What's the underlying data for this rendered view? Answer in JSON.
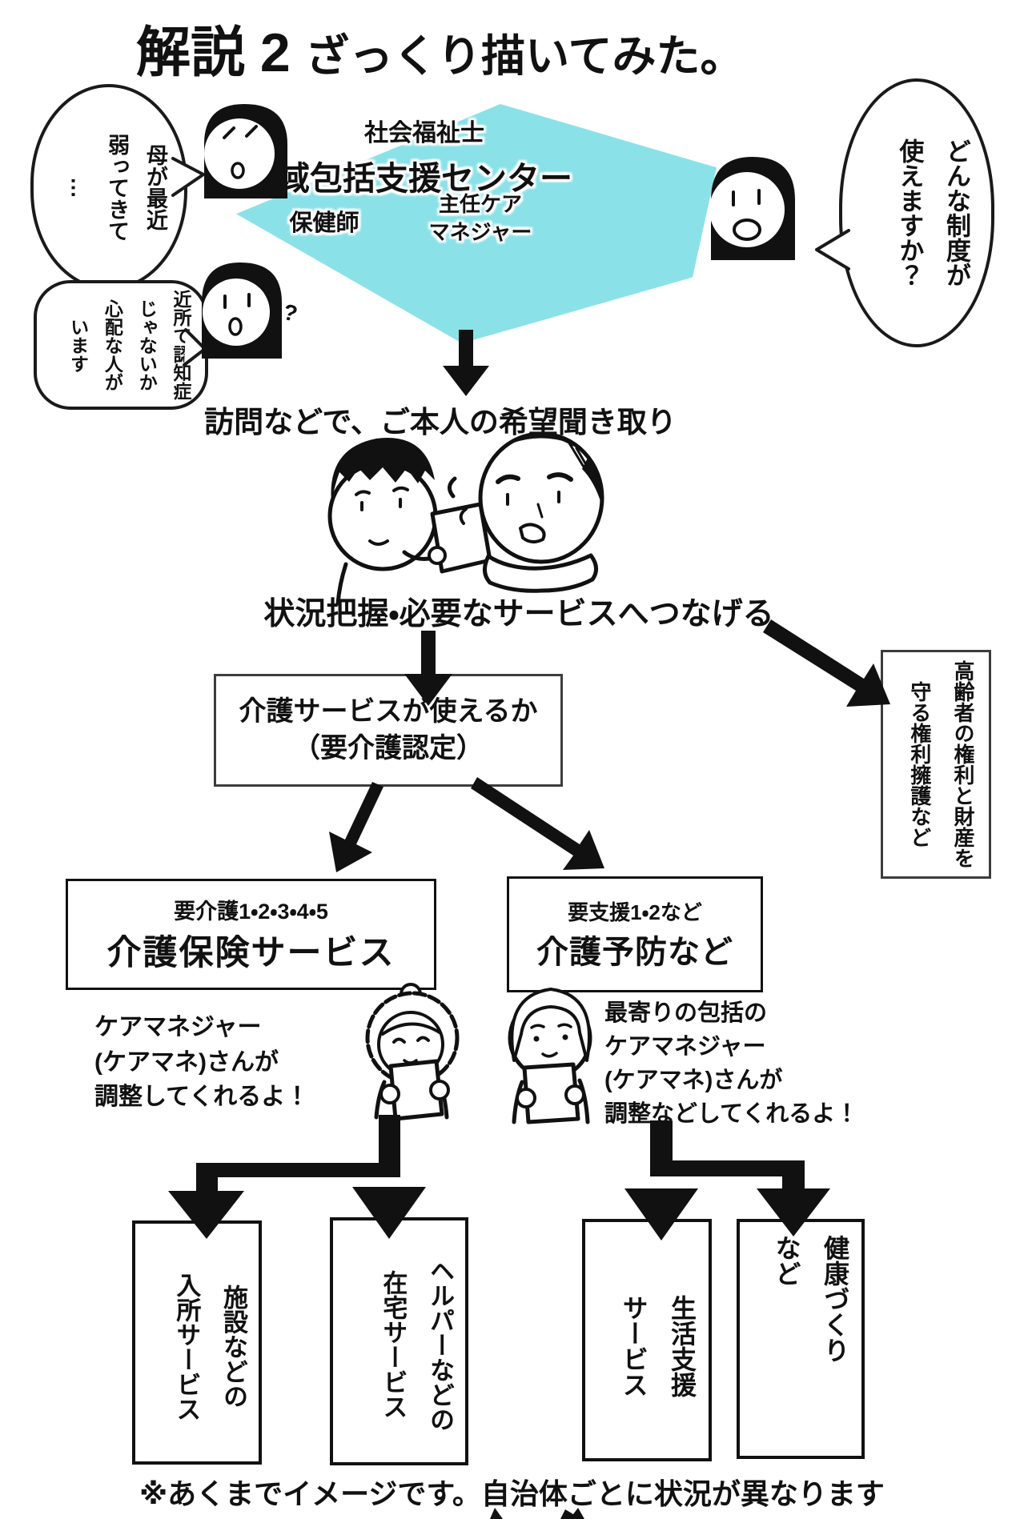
{
  "title": {
    "label": "解説 2",
    "subtitle": "ざっくり描いてみた。"
  },
  "speech_bubbles": {
    "daughter": [
      "母が最近",
      "弱ってきて",
      "…"
    ],
    "neighbor": [
      "近所で認知症",
      "じゃないか",
      "心配な人が",
      "います"
    ],
    "question": [
      "どんな制度が",
      "使えますか？"
    ]
  },
  "center": {
    "name": "地域包括支援センター",
    "staff_top": "社会福祉士",
    "staff_left": "保健師",
    "staff_right": [
      "主任ケア",
      "マネジャー"
    ],
    "fill_color": "#8ae2e8"
  },
  "flow": {
    "step_visit": "訪問などで、ご本人の希望聞き取り",
    "step_assess": "状況把握・必要なサービスへつなげる",
    "decision": [
      "介護サービスが使えるか",
      "（要介護認定）"
    ],
    "rights_box": [
      "高齢者の権利と財産を",
      "守る権利擁護など"
    ],
    "branch_care": {
      "level": "要介護1・2・3・4・5",
      "label": "介護保険サービス"
    },
    "branch_prevent": {
      "level": "要支援1・2など",
      "label": "介護予防など"
    },
    "note_care": [
      "ケアマネジャー",
      "(ケアマネ)さんが",
      "調整してくれるよ！"
    ],
    "note_prevent": [
      "最寄りの包括の",
      "ケアマネジャー",
      "(ケアマネ)さんが",
      "調整などしてくれるよ！"
    ],
    "services": {
      "residential": [
        "施設などの",
        "入所サービス"
      ],
      "home": [
        "ヘルパーなどの",
        "在宅サービス"
      ],
      "life_support": [
        "生活支援",
        "サービス"
      ],
      "health": [
        "健康づくり",
        "など"
      ]
    }
  },
  "footer": {
    "note": "※あくまでイメージです。自治体ごとに状況が異なります"
  }
}
